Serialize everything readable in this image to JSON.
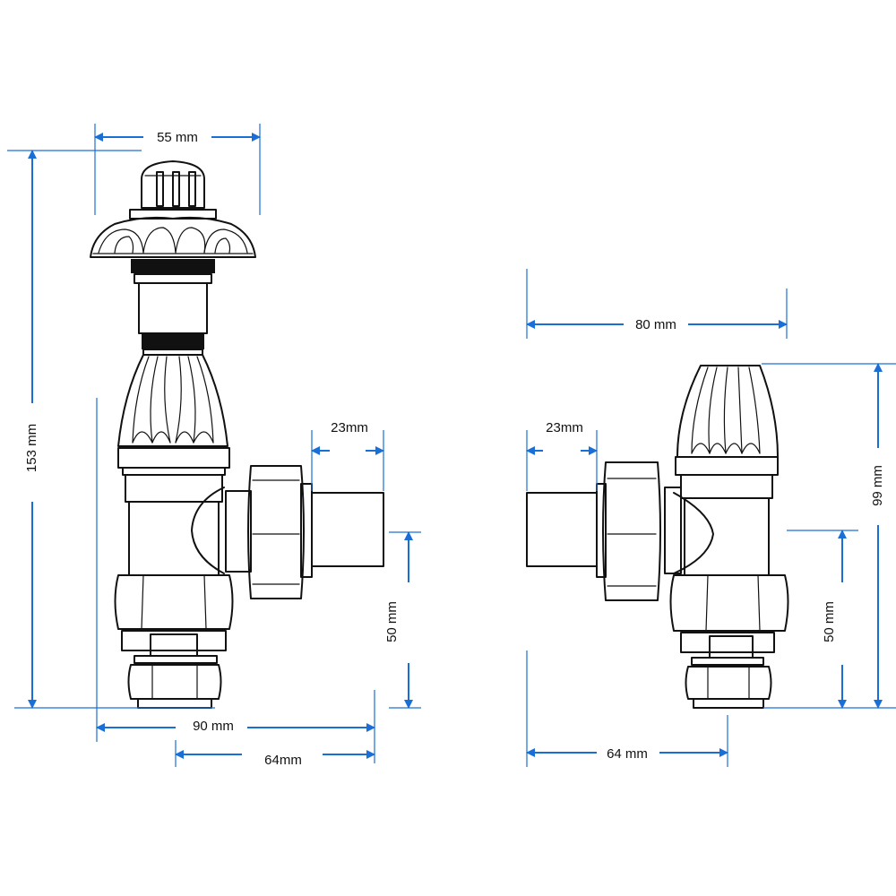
{
  "colors": {
    "dimension": "#1a6fd6",
    "outline": "#111111",
    "background": "#ffffff"
  },
  "left_view": {
    "width_top": "55 mm",
    "height_total": "153 mm",
    "tail_length": "23mm",
    "outlet_height": "50 mm",
    "overall_width": "90 mm",
    "tail_to_center": "64mm"
  },
  "right_view": {
    "width_top": "80 mm",
    "tail_length": "23mm",
    "height_total": "99 mm",
    "outlet_height": "50 mm",
    "tail_to_center": "64 mm"
  }
}
